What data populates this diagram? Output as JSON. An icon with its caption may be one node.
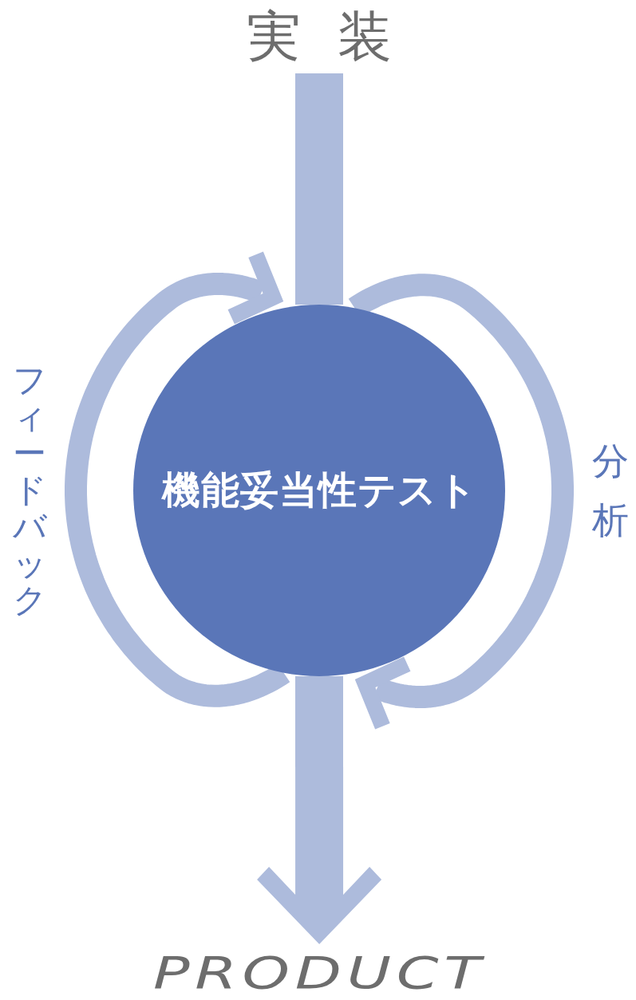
{
  "diagram": {
    "nodes": [
      {
        "text": [
          "実装"
        ]
      },
      {
        "text": [
          "機能妥当性テスト"
        ]
      },
      {
        "text": [
          "PRODUCT"
        ]
      }
    ],
    "edges": [
      {
        "from": 0,
        "to": 1,
        "arrow": "none",
        "style": "thick"
      },
      {
        "from": 1,
        "to": 2,
        "arrow": "to",
        "style": "thick"
      },
      {
        "from": 1,
        "to": 1,
        "arrow": "to",
        "label": "分析"
      },
      {
        "from": 1,
        "to": 1,
        "arrow": "to",
        "label": "フィードバック"
      }
    ]
  }
}
